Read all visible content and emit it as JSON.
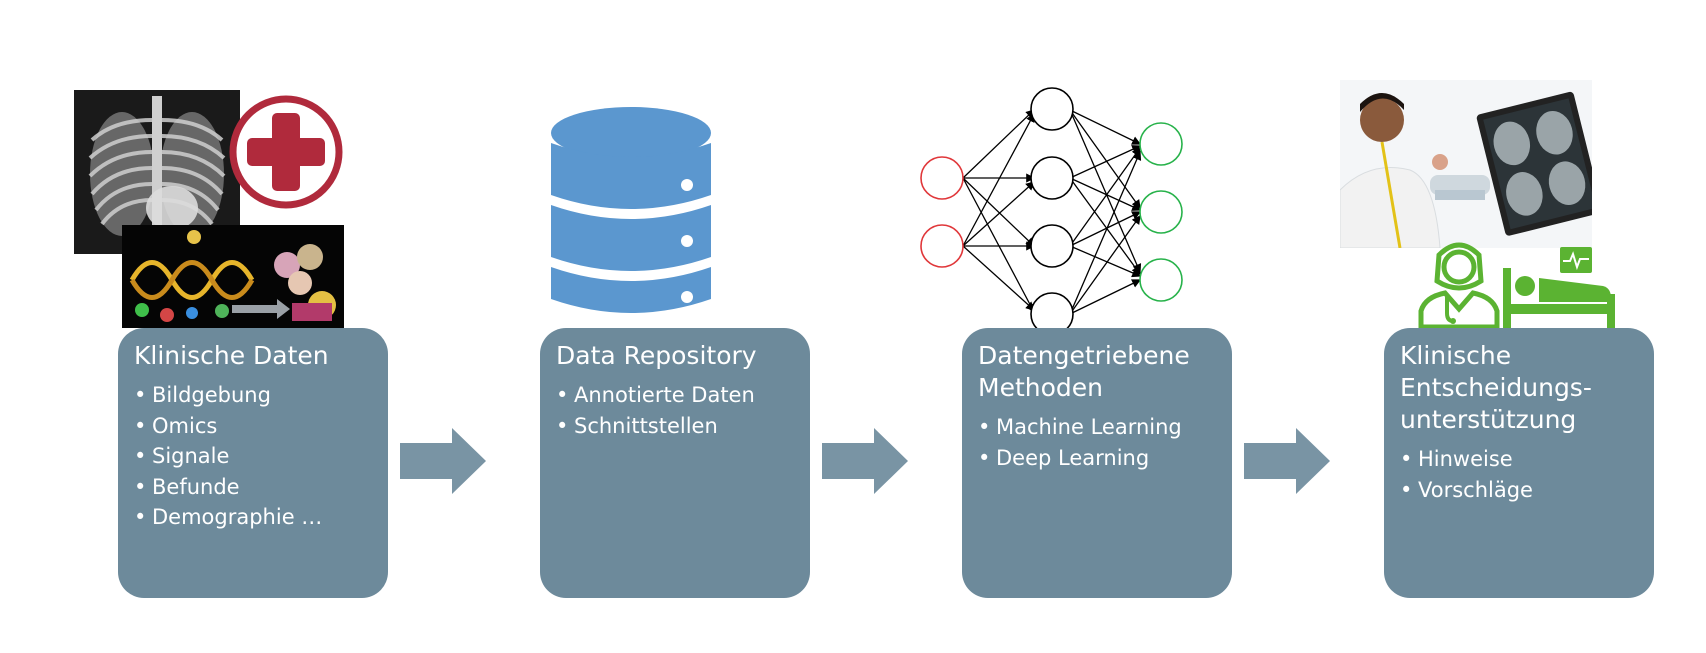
{
  "colors": {
    "box": "#6d8a9b",
    "arrow": "#7994a4",
    "database": "#5b97cf",
    "cross": "#b02a3c",
    "nn_input": "#e0373a",
    "nn_output": "#27b24a",
    "clinic_green": "#5bb332"
  },
  "stages": [
    {
      "title": "Klinische Daten",
      "items": [
        "Bildgebung",
        "Omics",
        "Signale",
        "Befunde",
        "Demographie …"
      ]
    },
    {
      "title": "Data Repository",
      "items": [
        "Annotierte Daten",
        "Schnittstellen"
      ]
    },
    {
      "title": "Datengetriebene\nMethoden",
      "items": [
        "Machine Learning",
        "Deep Learning"
      ]
    },
    {
      "title": "Klinische\nEntscheidungs-\nunterstützung",
      "items": [
        "Hinweise",
        "Vorschläge"
      ]
    }
  ],
  "icons": {
    "stage1": [
      "xray-image-icon",
      "medical-cross-icon",
      "genomics-image-icon"
    ],
    "stage2": [
      "database-icon"
    ],
    "stage3": [
      "neural-network-icon"
    ],
    "stage4": [
      "doctor-photo",
      "doctor-icon",
      "hospital-bed-icon",
      "heart-monitor-icon"
    ]
  }
}
